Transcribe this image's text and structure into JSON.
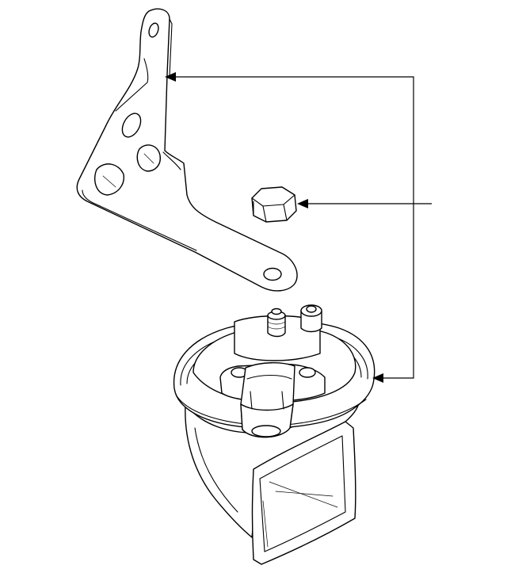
{
  "diagram": {
    "parts": [
      {
        "id": "mounting-bracket",
        "kind": "bracket"
      },
      {
        "id": "hex-nut",
        "kind": "nut"
      },
      {
        "id": "horn",
        "kind": "horn"
      }
    ],
    "colors": {
      "line": "#000000",
      "background": "#ffffff"
    }
  }
}
